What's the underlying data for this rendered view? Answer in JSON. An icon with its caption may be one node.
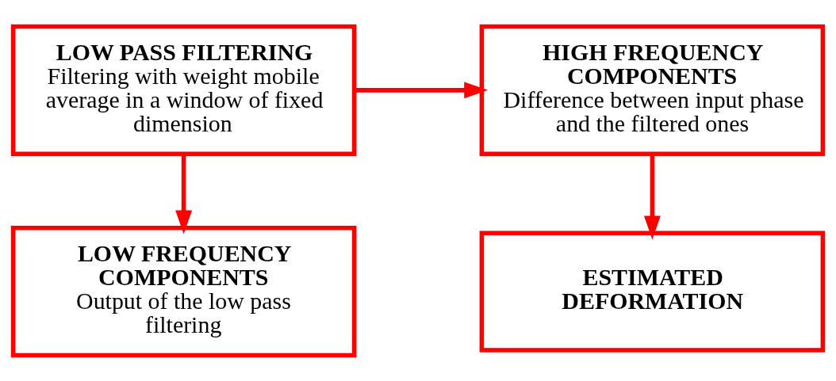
{
  "diagram": {
    "nodes": [
      {
        "text": [
          "LOW PASS FILTERING",
          "Filtering with weight mobile average in a window of fixed dimension"
        ]
      },
      {
        "text": [
          "HIGH FREQUENCY COMPONENTS",
          "Difference between input phase and the filtered ones"
        ]
      },
      {
        "text": [
          "LOW FREQUENCY COMPONENTS",
          "Output of the low pass filtering"
        ]
      },
      {
        "text": [
          "ESTIMATED DEFORMATION"
        ]
      }
    ],
    "edges": [
      {
        "from": 0,
        "to": 1,
        "arrow": "to"
      },
      {
        "from": 0,
        "to": 2,
        "arrow": "to"
      },
      {
        "from": 1,
        "to": 3,
        "arrow": "to"
      }
    ]
  }
}
